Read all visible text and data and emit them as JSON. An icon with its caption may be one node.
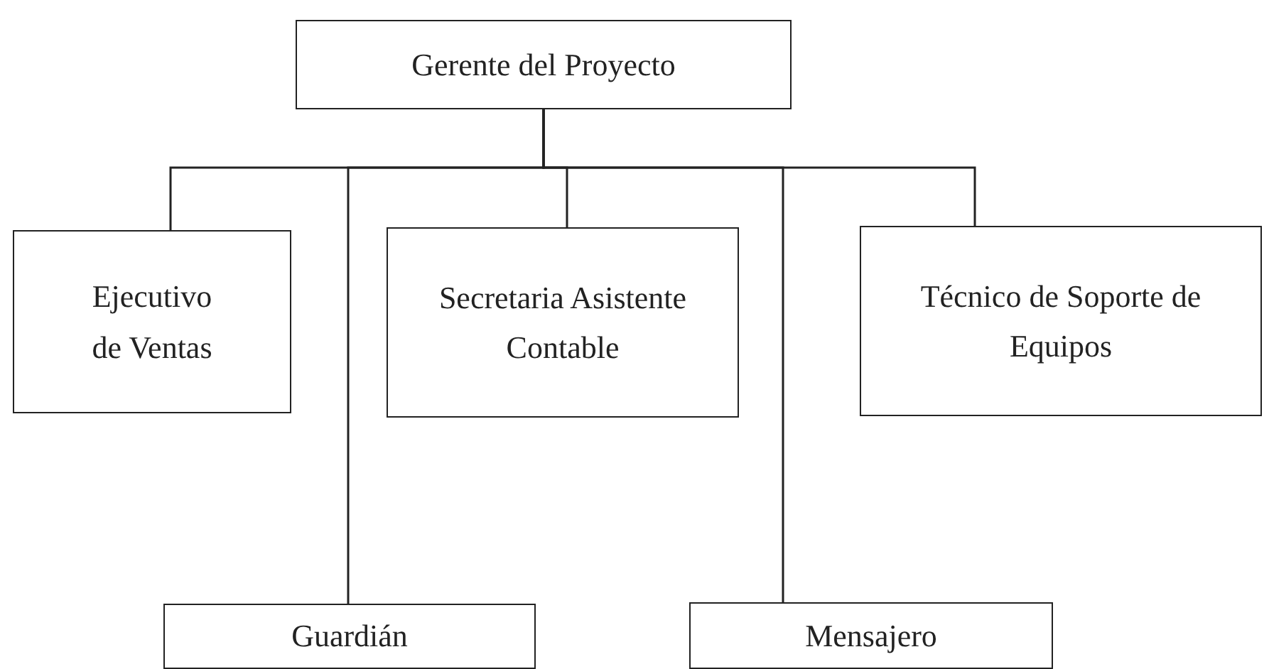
{
  "diagram": {
    "nodes": [
      {
        "text": [
          "Gerente del Proyecto"
        ]
      },
      {
        "text": [
          "Ejecutivo de Ventas"
        ]
      },
      {
        "text": [
          "Secretaria Asistente Contable"
        ]
      },
      {
        "text": [
          "Técnico de Soporte de Equipos"
        ]
      },
      {
        "text": [
          "Guardián"
        ]
      },
      {
        "text": [
          "Mensajero"
        ]
      }
    ],
    "edges": [
      {
        "from": 0,
        "to": 1,
        "arrow": "none"
      },
      {
        "from": 0,
        "to": 4,
        "arrow": "none"
      },
      {
        "from": 0,
        "to": 2,
        "arrow": "none"
      },
      {
        "from": 0,
        "to": 5,
        "arrow": "none"
      },
      {
        "from": 0,
        "to": 3,
        "arrow": "none"
      }
    ]
  }
}
